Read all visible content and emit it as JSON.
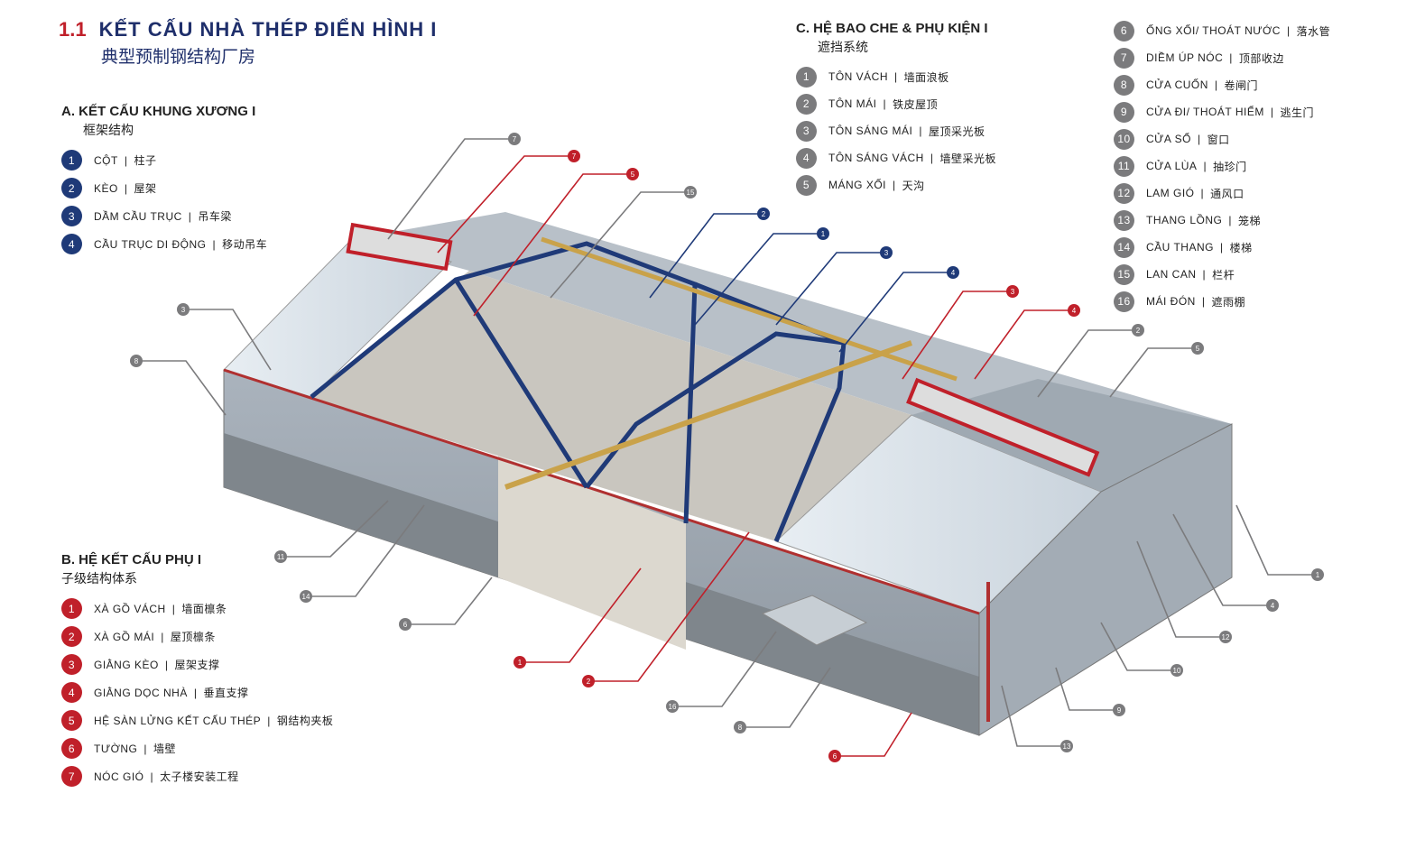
{
  "title": {
    "number": "1.1",
    "vn": "KẾT CẤU NHÀ THÉP ĐIỂN HÌNH  I",
    "cn": "典型预制钢结构厂房"
  },
  "colors": {
    "navy": "#1f3a78",
    "red": "#c0202a",
    "grey": "#7b7b7d"
  },
  "sectionA": {
    "heading": "A. KẾT CẤU KHUNG XƯƠNG  I",
    "cn": "框架结构",
    "items": [
      {
        "n": "1",
        "vn": "CỘT",
        "cn": "柱子"
      },
      {
        "n": "2",
        "vn": "KÈO",
        "cn": "屋架"
      },
      {
        "n": "3",
        "vn": "DẦM CẦU TRỤC",
        "cn": "吊车梁"
      },
      {
        "n": "4",
        "vn": "CẦU TRỤC DI ĐỘNG",
        "cn": "移动吊车"
      }
    ]
  },
  "sectionB": {
    "heading": "B. HỆ KẾT CẤU PHỤ  I",
    "cn": "子级结构体系",
    "items": [
      {
        "n": "1",
        "vn": "XÀ GỒ VÁCH",
        "cn": "墙面檩条"
      },
      {
        "n": "2",
        "vn": "XÀ GỒ MÁI",
        "cn": "屋顶檩条"
      },
      {
        "n": "3",
        "vn": "GIẰNG KÈO",
        "cn": "屋架支撑"
      },
      {
        "n": "4",
        "vn": "GIẰNG DỌC NHÀ",
        "cn": "垂直支撑"
      },
      {
        "n": "5",
        "vn": "HỆ SÀN LỬNG KẾT CẤU THÉP",
        "cn": "钢结构夹板"
      },
      {
        "n": "6",
        "vn": "TƯỜNG",
        "cn": "墙壁"
      },
      {
        "n": "7",
        "vn": "NÓC GIÓ",
        "cn": "太子楼安装工程"
      }
    ]
  },
  "sectionC": {
    "heading": "C. HỆ BAO CHE & PHỤ KIỆN  I",
    "cn": "遮挡系统",
    "items": [
      {
        "n": "1",
        "vn": "TÔN VÁCH",
        "cn": "墙面浪板"
      },
      {
        "n": "2",
        "vn": "TÔN MÁI",
        "cn": "铁皮屋顶"
      },
      {
        "n": "3",
        "vn": "TÔN SÁNG MÁI",
        "cn": "屋顶采光板"
      },
      {
        "n": "4",
        "vn": "TÔN SÁNG VÁCH",
        "cn": "墙壁采光板"
      },
      {
        "n": "5",
        "vn": "MÁNG XỐI",
        "cn": "天沟"
      },
      {
        "n": "6",
        "vn": "ỐNG XỐI/ THOÁT NƯỚC",
        "cn": "落水管"
      },
      {
        "n": "7",
        "vn": "DIỀM ÚP NÓC",
        "cn": "顶部收边"
      },
      {
        "n": "8",
        "vn": "CỬA CUỐN",
        "cn": "卷闸门"
      },
      {
        "n": "9",
        "vn": "CỬA ĐI/ THOÁT HIỂM",
        "cn": "逃生门"
      },
      {
        "n": "10",
        "vn": "CỬA SỔ",
        "cn": "窗口"
      },
      {
        "n": "11",
        "vn": "CỬA LÙA",
        "cn": "抽珍门"
      },
      {
        "n": "12",
        "vn": "LAM GIÓ",
        "cn": "通风口"
      },
      {
        "n": "13",
        "vn": "THANG LỒNG",
        "cn": "笼梯"
      },
      {
        "n": "14",
        "vn": "CẦU THANG",
        "cn": "楼梯"
      },
      {
        "n": "15",
        "vn": "LAN CAN",
        "cn": "栏杆"
      },
      {
        "n": "16",
        "vn": "MÁI ĐÓN",
        "cn": "遮雨棚"
      }
    ]
  },
  "callouts": [
    {
      "n": "7",
      "group": "C"
    },
    {
      "n": "15",
      "group": "C"
    },
    {
      "n": "3",
      "group": "C"
    },
    {
      "n": "8",
      "group": "C"
    },
    {
      "n": "11",
      "group": "C"
    },
    {
      "n": "14",
      "group": "C"
    },
    {
      "n": "6",
      "group": "C"
    },
    {
      "n": "16",
      "group": "C"
    },
    {
      "n": "8",
      "group": "C"
    },
    {
      "n": "13",
      "group": "C"
    },
    {
      "n": "9",
      "group": "C"
    },
    {
      "n": "10",
      "group": "C"
    },
    {
      "n": "12",
      "group": "C"
    },
    {
      "n": "4",
      "group": "C"
    },
    {
      "n": "1",
      "group": "C"
    },
    {
      "n": "2",
      "group": "C"
    },
    {
      "n": "5",
      "group": "C"
    },
    {
      "n": "2",
      "group": "A"
    },
    {
      "n": "1",
      "group": "A"
    },
    {
      "n": "3",
      "group": "A"
    },
    {
      "n": "4",
      "group": "A"
    },
    {
      "n": "7",
      "group": "B"
    },
    {
      "n": "5",
      "group": "B"
    },
    {
      "n": "3",
      "group": "B"
    },
    {
      "n": "4",
      "group": "B"
    },
    {
      "n": "1",
      "group": "B"
    },
    {
      "n": "2",
      "group": "B"
    },
    {
      "n": "6",
      "group": "B"
    }
  ]
}
